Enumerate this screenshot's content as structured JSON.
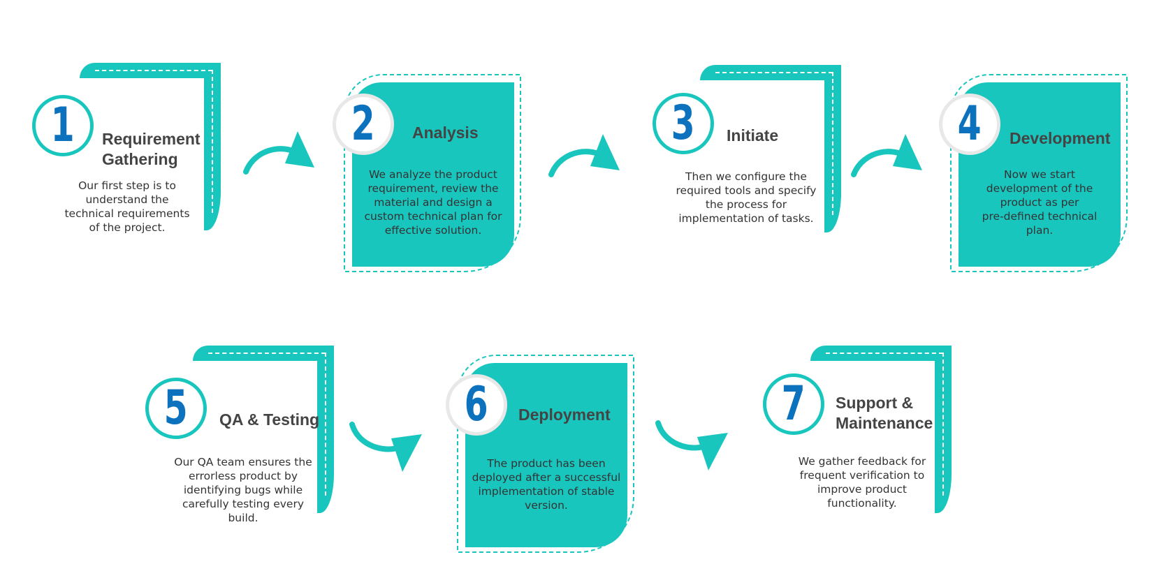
{
  "colors": {
    "teal": "#19c6be",
    "number_blue": "#0d72be",
    "title_grey": "#444444",
    "text": "#333333"
  },
  "steps": [
    {
      "num": "1",
      "title_line1": "Requirement",
      "title_line2": "Gathering",
      "desc": [
        "Our first step is to",
        "understand the",
        "technical requirements",
        "of the project."
      ]
    },
    {
      "num": "2",
      "title_line1": "Analysis",
      "title_line2": "",
      "desc": [
        "We analyze the product",
        "requirement, review the",
        "material and design a",
        "custom technical plan for",
        "effective solution."
      ]
    },
    {
      "num": "3",
      "title_line1": "Initiate",
      "title_line2": "",
      "desc": [
        "Then we configure the",
        "required tools and specify",
        "the process for",
        "implementation of tasks."
      ]
    },
    {
      "num": "4",
      "title_line1": "Development",
      "title_line2": "",
      "desc": [
        "Now we start",
        "development of the",
        "product as per",
        "pre-defined technical",
        "plan."
      ]
    },
    {
      "num": "5",
      "title_line1": "QA & Testing",
      "title_line2": "",
      "desc": [
        "Our QA team ensures the",
        "errorless product by",
        "identifying bugs while",
        "carefully testing every",
        "build."
      ]
    },
    {
      "num": "6",
      "title_line1": "Deployment",
      "title_line2": "",
      "desc": [
        "The product has been",
        "deployed after a successful",
        "implementation of stable",
        "version."
      ]
    },
    {
      "num": "7",
      "title_line1": "Support &",
      "title_line2": "Maintenance",
      "desc": [
        "We gather feedback for",
        "frequent verification to",
        "improve product",
        "functionality."
      ]
    }
  ],
  "arrows": [
    "arrow-1-to-2",
    "arrow-2-to-3",
    "arrow-3-to-4",
    "arrow-5-to-6",
    "arrow-6-to-7"
  ]
}
